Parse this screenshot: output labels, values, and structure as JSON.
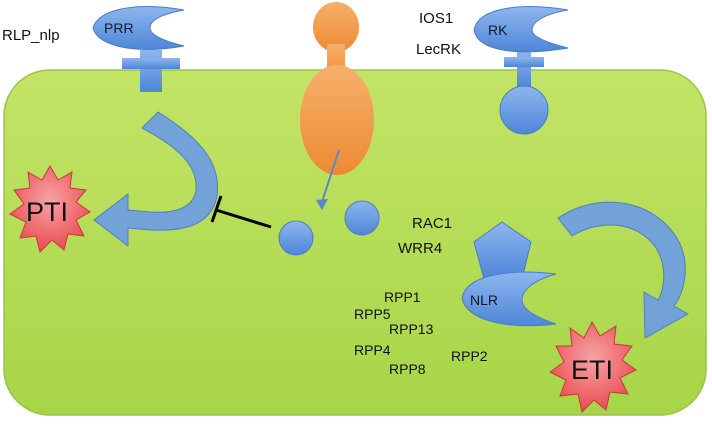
{
  "receptors": {
    "prr": "PRR",
    "rk": "RK",
    "nlr": "NLR"
  },
  "outer_labels": {
    "rlp_nlp": "RLP_nlp",
    "ios1": "IOS1",
    "lecrk": "LecRK"
  },
  "responses": {
    "pti": "PTI",
    "eti": "ETI"
  },
  "effector_targets": {
    "rac1": "RAC1",
    "wrr4": "WRR4",
    "rpp1": "RPP1",
    "rpp5": "RPP5",
    "rpp13": "RPP13",
    "rpp4": "RPP4",
    "rpp8": "RPP8",
    "rpp2": "RPP2"
  },
  "colors": {
    "cell_fill": "#bce05a",
    "cell_stroke": "#9cc04a",
    "receptor_blue": "#6b9de0",
    "pathogen_orange": "#f29b4b",
    "burst_red": "#ef5d61"
  }
}
